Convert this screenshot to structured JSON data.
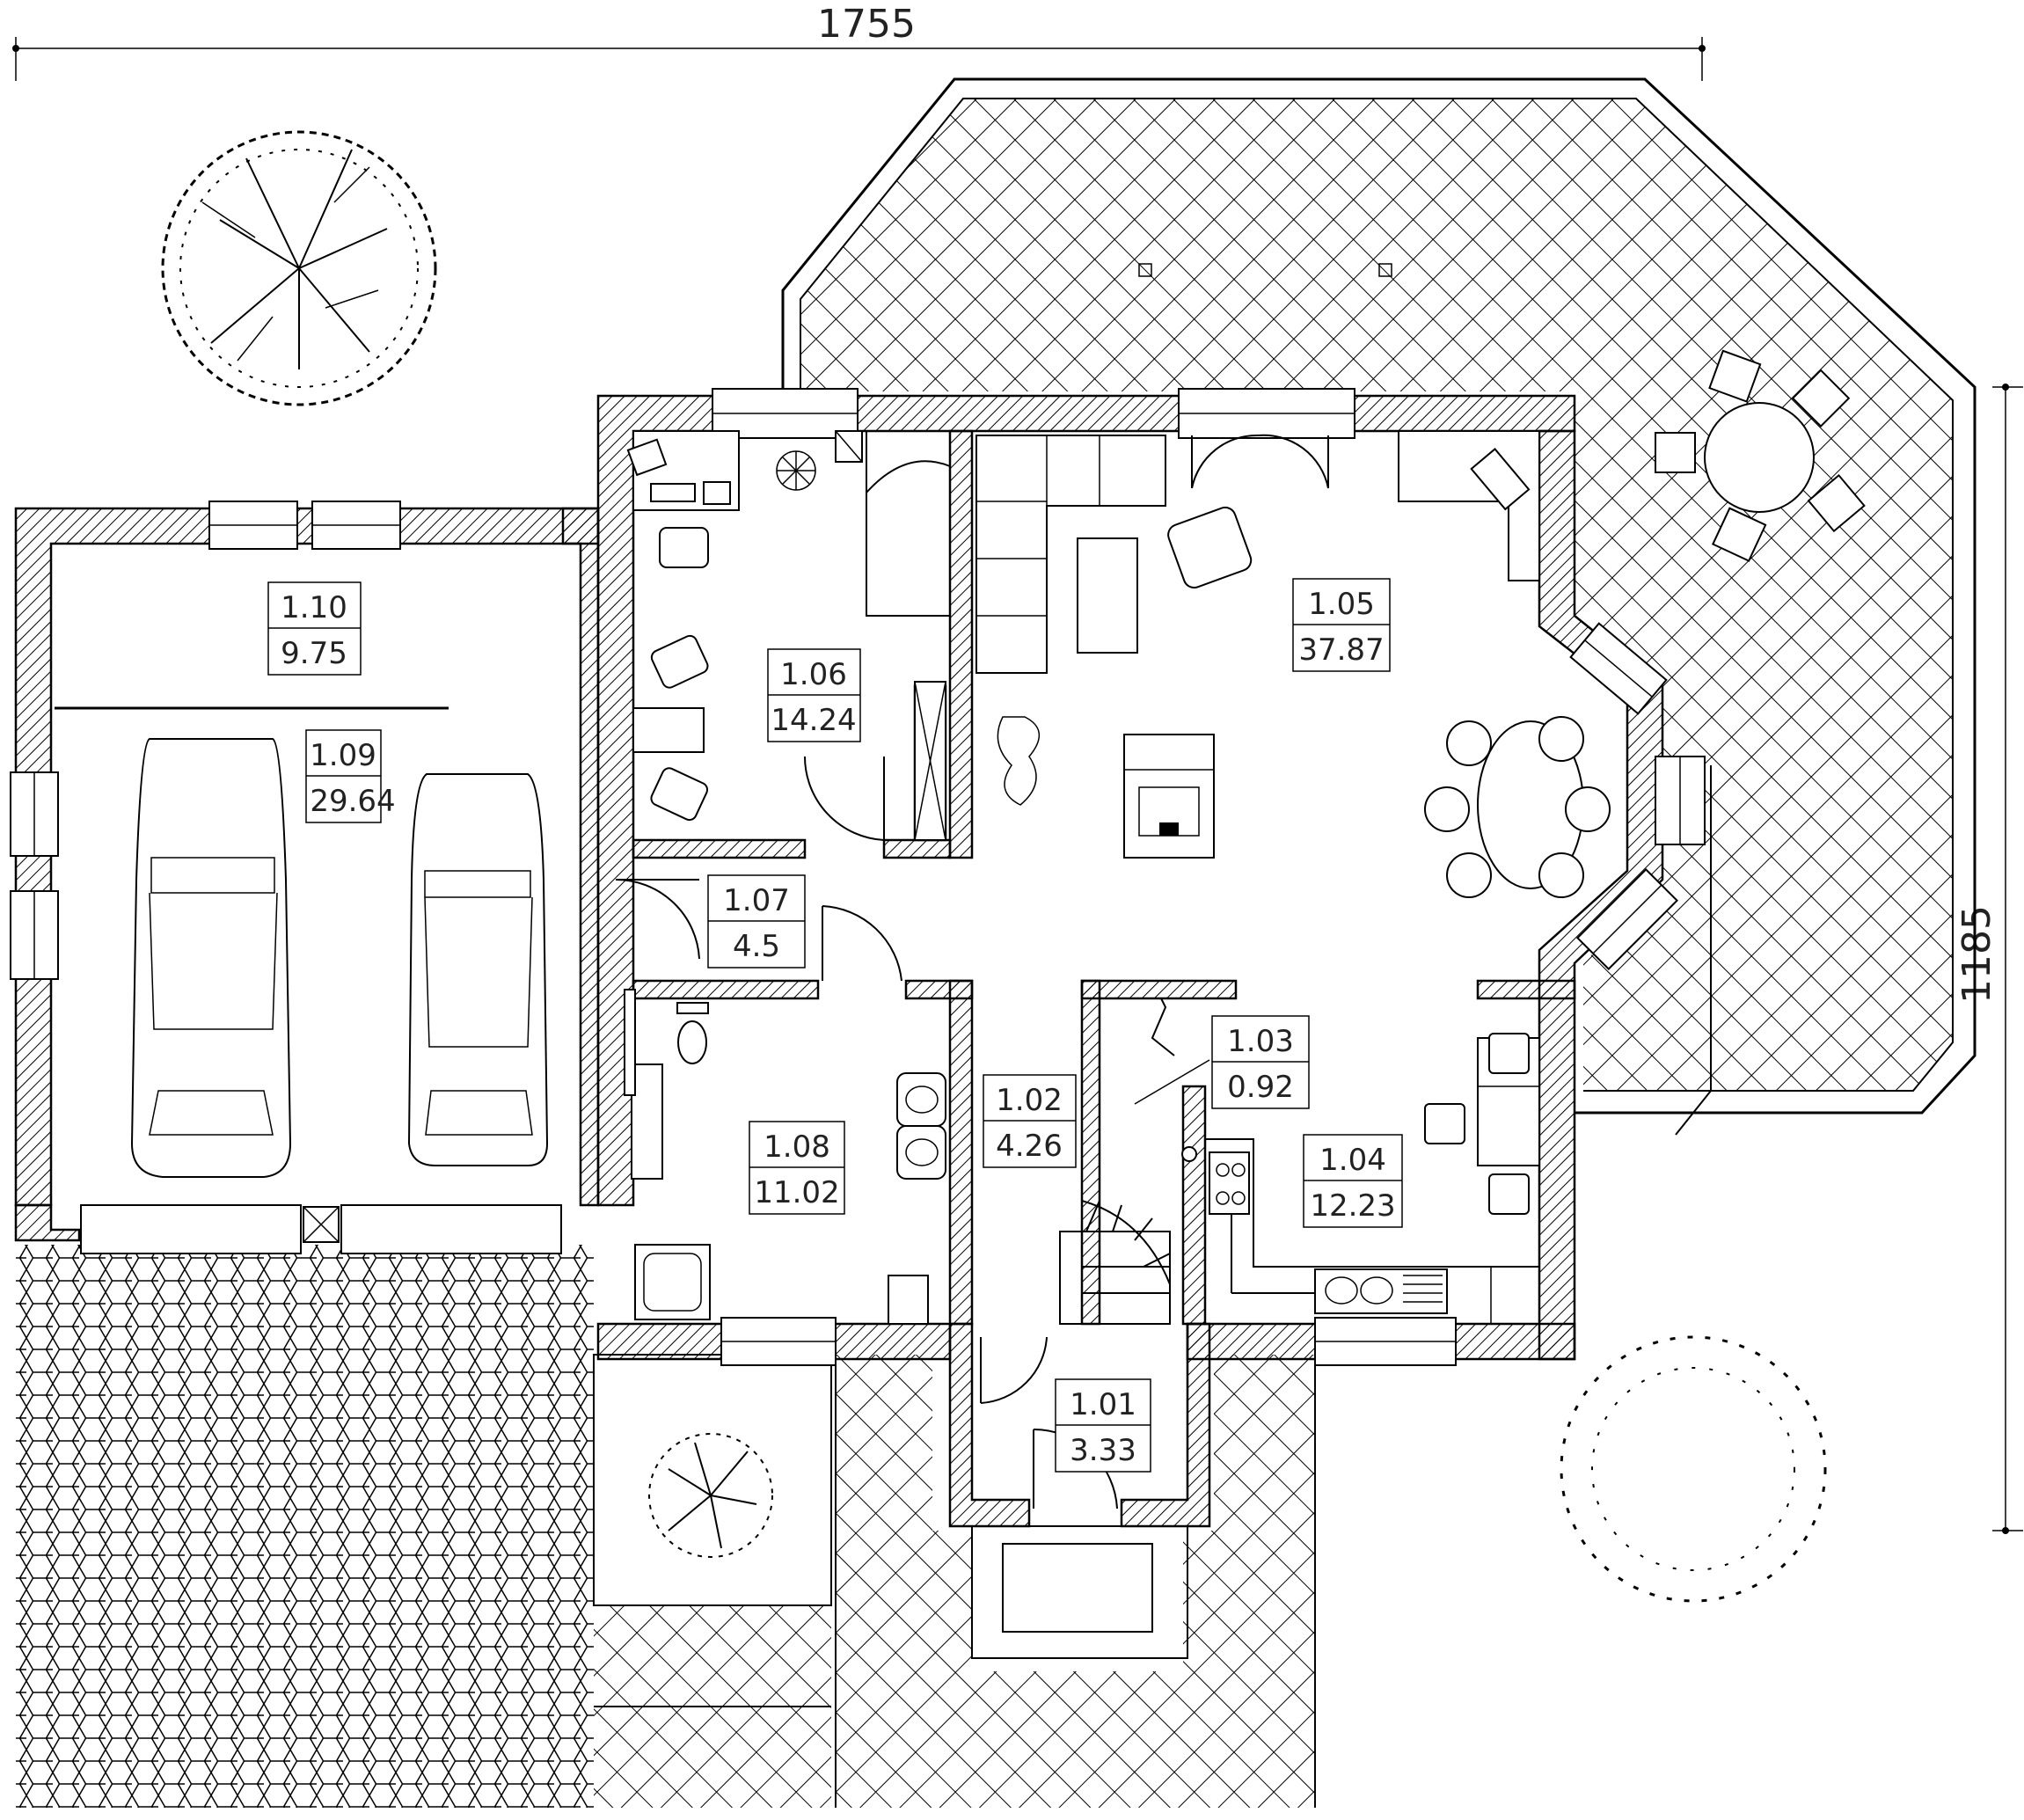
{
  "dimensions": {
    "width_label": "1755",
    "height_label": "1185"
  },
  "rooms": [
    {
      "id": "1.01",
      "area": "3.33"
    },
    {
      "id": "1.02",
      "area": "4.26"
    },
    {
      "id": "1.03",
      "area": "0.92"
    },
    {
      "id": "1.04",
      "area": "12.23"
    },
    {
      "id": "1.05",
      "area": "37.87"
    },
    {
      "id": "1.06",
      "area": "14.24"
    },
    {
      "id": "1.07",
      "area": "4.5"
    },
    {
      "id": "1.08",
      "area": "11.02"
    },
    {
      "id": "1.09",
      "area": "29.64"
    },
    {
      "id": "1.10",
      "area": "9.75"
    }
  ],
  "symbols": {
    "tree_1": "tree-icon",
    "tree_2": "tree-icon",
    "shrub": "shrub-icon",
    "car_1": "car-icon",
    "car_2": "car-icon",
    "fireplace": "fireplace-icon"
  }
}
